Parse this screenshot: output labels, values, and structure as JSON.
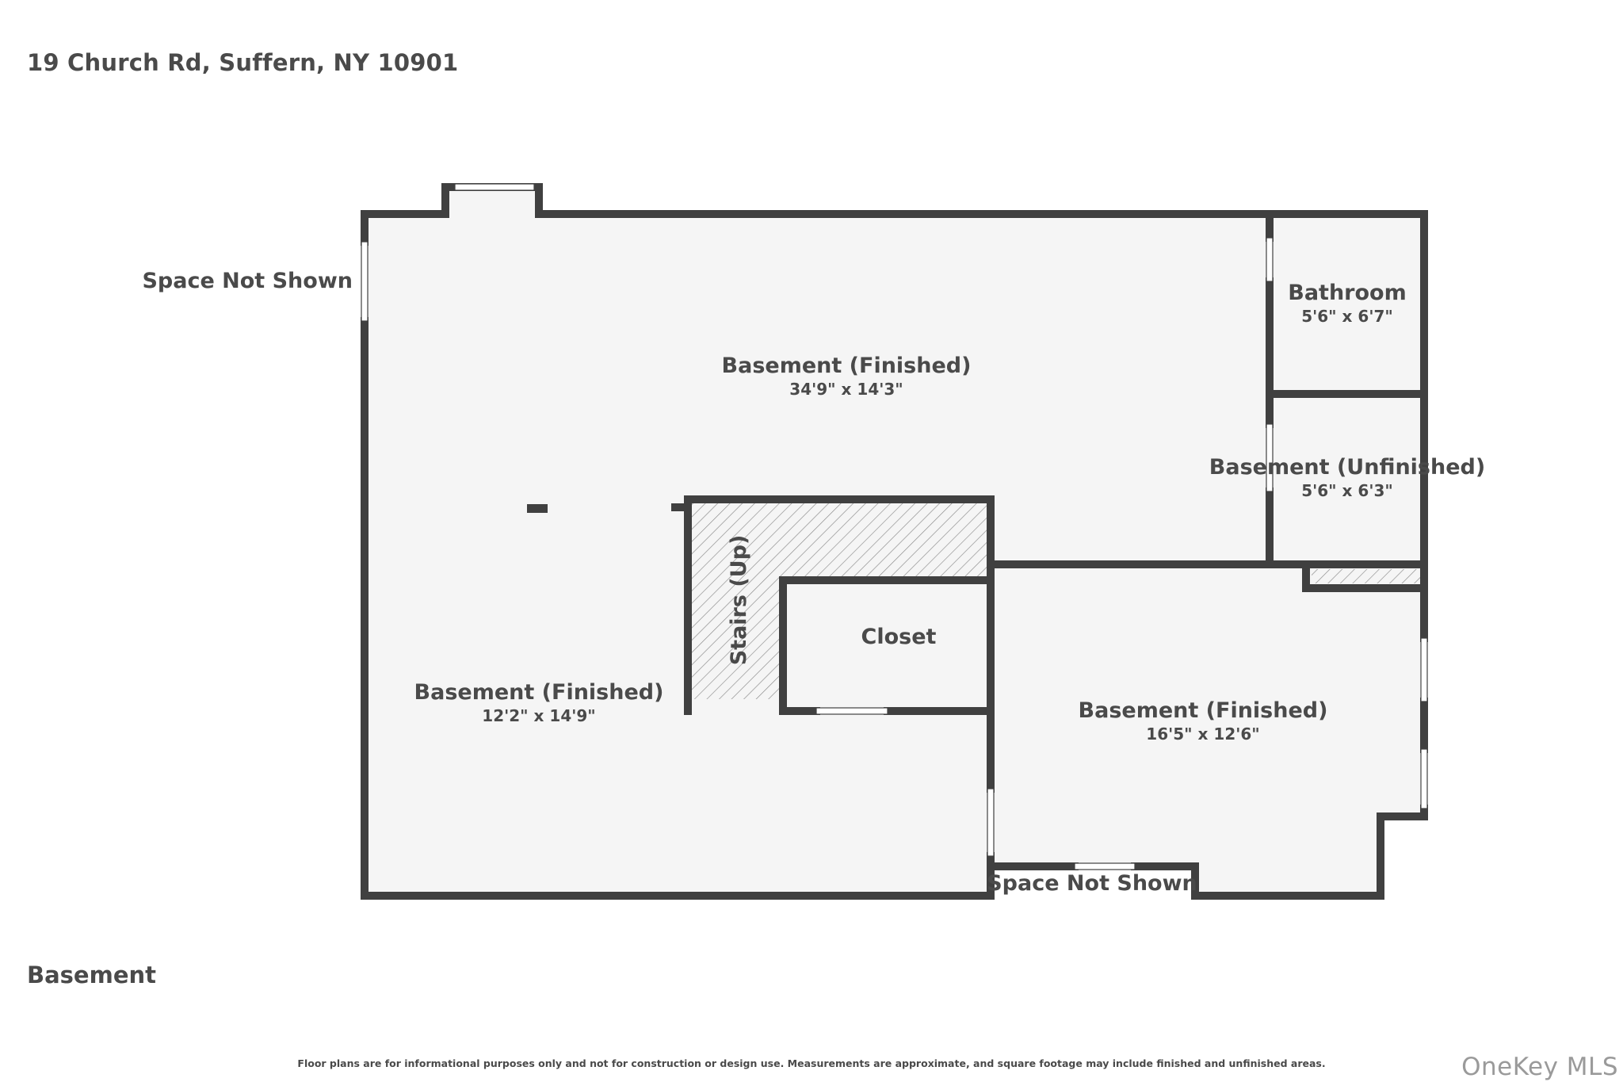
{
  "header": {
    "address": "19 Church Rd, Suffern, NY 10901"
  },
  "floor": {
    "label": "Basement"
  },
  "rooms": [
    {
      "name": "Basement (Finished)",
      "dims": "34'9\" x 14'3\""
    },
    {
      "name": "Bathroom",
      "dims": "5'6\" x 6'7\""
    },
    {
      "name": "Basement (Unfinished)",
      "dims": "5'6\" x 6'3\""
    },
    {
      "name": "Stairs (Up)"
    },
    {
      "name": "Closet"
    },
    {
      "name": "Basement (Finished)",
      "dims": "12'2\" x 14'9\""
    },
    {
      "name": "Basement (Finished)",
      "dims": "16'5\" x 12'6\""
    }
  ],
  "notes": {
    "space_not_shown_left": "Space Not Shown",
    "space_not_shown_bottom": "Space Not Shown"
  },
  "footer": {
    "disclaimer": "Floor plans are for informational purposes only and not for construction or design use. Measurements are approximate, and square footage may include finished and unfinished areas.",
    "watermark": "OneKey MLS"
  },
  "colors": {
    "wall": "#404040",
    "floor": "#f5f5f5",
    "text": "#4a4a4a",
    "watermark": "#9a9a9a"
  }
}
